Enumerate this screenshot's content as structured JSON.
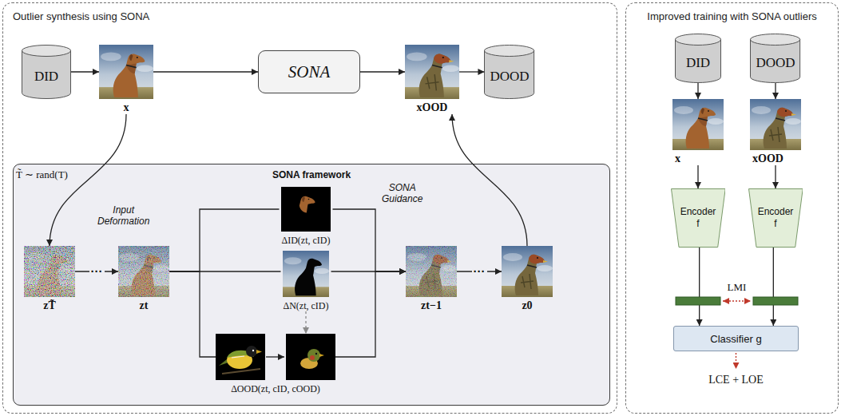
{
  "diagram": {
    "nodes": [
      {
        "text": [
          "Outlier synthesis using SONA"
        ]
      },
      {
        "text": [
          "DID"
        ],
        "in": 0
      },
      {
        "text": [
          "x"
        ],
        "in": 0
      },
      {
        "text": [
          "SONA"
        ],
        "in": 0
      },
      {
        "text": [
          "xOOD"
        ],
        "in": 0
      },
      {
        "text": [
          "DOOD"
        ],
        "in": 0
      },
      {
        "text": [
          "SONA framework"
        ],
        "in": 0
      },
      {
        "text": [
          "zT̃"
        ],
        "in": 6
      },
      {
        "text": [
          "zt"
        ],
        "in": 6
      },
      {
        "text": [
          "ΔID(zt, cID)"
        ],
        "in": 6
      },
      {
        "text": [
          "ΔN(zt, cID)"
        ],
        "in": 6
      },
      {
        "text": [
          "ΔOOD(zt, cID, cOOD)"
        ],
        "in": 6
      },
      {
        "text": [
          "zt−1"
        ],
        "in": 6
      },
      {
        "text": [
          "z0"
        ],
        "in": 6
      },
      {
        "text": [
          "Improved training with SONA outliers"
        ]
      },
      {
        "text": [
          "DID"
        ],
        "in": 14
      },
      {
        "text": [
          "DOOD"
        ],
        "in": 14
      },
      {
        "text": [
          "x"
        ],
        "in": 14
      },
      {
        "text": [
          "xOOD"
        ],
        "in": 14
      },
      {
        "text": [
          "Encoder f"
        ],
        "in": 14
      },
      {
        "text": [
          "Encoder f"
        ],
        "in": 14
      },
      {
        "text": [
          "Classifier g"
        ],
        "in": 14
      }
    ],
    "edges": [
      {
        "from": 1,
        "to": 2,
        "arrow": "to"
      },
      {
        "from": 2,
        "to": 3,
        "arrow": "to"
      },
      {
        "from": 3,
        "to": 4,
        "arrow": "to"
      },
      {
        "from": 4,
        "to": 5,
        "arrow": "to"
      },
      {
        "from": 2,
        "to": 7,
        "arrow": "to"
      },
      {
        "from": 7,
        "to": 8,
        "arrow": "to",
        "label": "···"
      },
      {
        "from": 8,
        "to": 9,
        "arrow": "none"
      },
      {
        "from": 8,
        "to": 10,
        "arrow": "none"
      },
      {
        "from": 8,
        "to": 11,
        "arrow": "none"
      },
      {
        "from": 10,
        "to": 11,
        "arrow": "to"
      },
      {
        "from": 9,
        "to": 12,
        "arrow": "to"
      },
      {
        "from": 10,
        "to": 12,
        "arrow": "to"
      },
      {
        "from": 11,
        "to": 12,
        "arrow": "to"
      },
      {
        "from": 12,
        "to": 13,
        "arrow": "to",
        "label": "···"
      },
      {
        "from": 13,
        "to": 4,
        "arrow": "to"
      },
      {
        "from": 15,
        "to": 17,
        "arrow": "to"
      },
      {
        "from": 16,
        "to": 18,
        "arrow": "to"
      },
      {
        "from": 17,
        "to": 19,
        "arrow": "to"
      },
      {
        "from": 18,
        "to": 20,
        "arrow": "to"
      },
      {
        "from": 19,
        "to": 21,
        "arrow": "to"
      },
      {
        "from": 20,
        "to": 21,
        "arrow": "to"
      }
    ],
    "labels": [
      "T̃ ∼ rand(T)",
      "Input Deformation",
      "SONA Guidance",
      "LMI",
      "LCE + LOE"
    ]
  }
}
